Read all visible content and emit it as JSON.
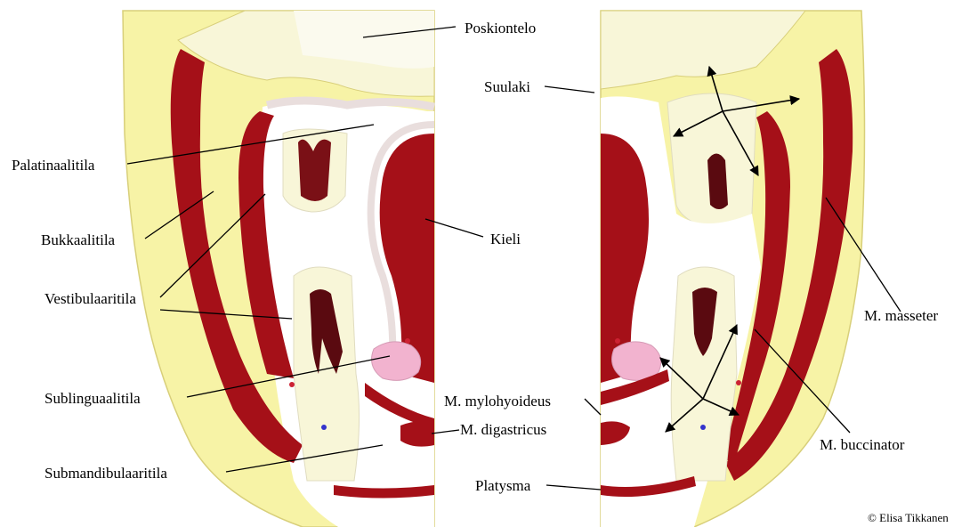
{
  "labels": {
    "poskiontelo": "Poskiontelo",
    "suulaki": "Suulaki",
    "palatinaalitila": "Palatinaalitila",
    "bukkaalitila": "Bukkaalitila",
    "kieli": "Kieli",
    "vestibulaaritila": "Vestibulaaritila",
    "m_masseter": "M. masseter",
    "sublinguaalitila": "Sublinguaalitila",
    "m_mylohyoideus": "M. mylohyoideus",
    "m_digastricus": "M. digastricus",
    "m_buccinator": "M. buccinator",
    "submandibulaaritila": "Submandibulaaritila",
    "platysma": "Platysma"
  },
  "credit": "© Elisa Tikkanen",
  "colors": {
    "fat": "#f7f3a6",
    "fat_spot": "#efe566",
    "bone": "#f8f6d8",
    "muscle": "#a51018",
    "mucosa": "#e9dedd",
    "space": "#ffffff",
    "gland": "#f2b3cf",
    "outline": "#d8cf7a"
  }
}
